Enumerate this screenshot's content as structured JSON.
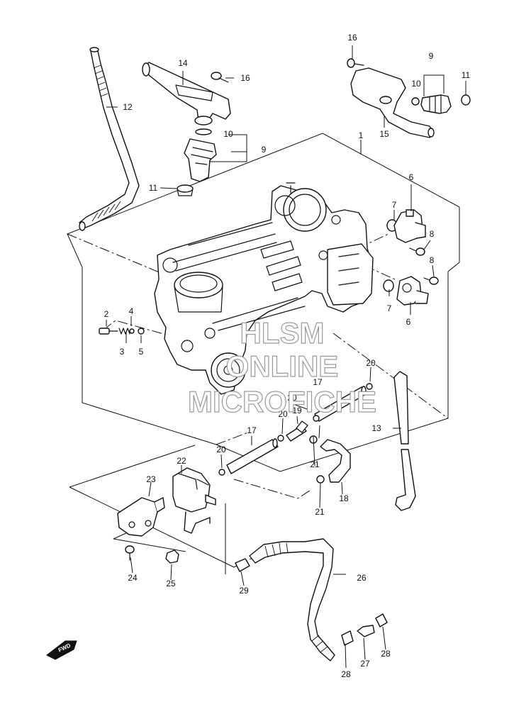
{
  "watermark": {
    "line1": "HLSM",
    "line2": "ONLINE",
    "line3": "MICROFICHE"
  },
  "direction_badge": "FWD",
  "callouts": [
    "1",
    "2",
    "3",
    "4",
    "5",
    "6",
    "6",
    "7",
    "7",
    "8",
    "8",
    "9",
    "9",
    "10",
    "10",
    "11",
    "11",
    "12",
    "13",
    "14",
    "15",
    "16",
    "16",
    "17",
    "17",
    "18",
    "19",
    "20",
    "20",
    "20",
    "20",
    "21",
    "21",
    "22",
    "23",
    "24",
    "25",
    "26",
    "27",
    "28",
    "28",
    "29"
  ]
}
